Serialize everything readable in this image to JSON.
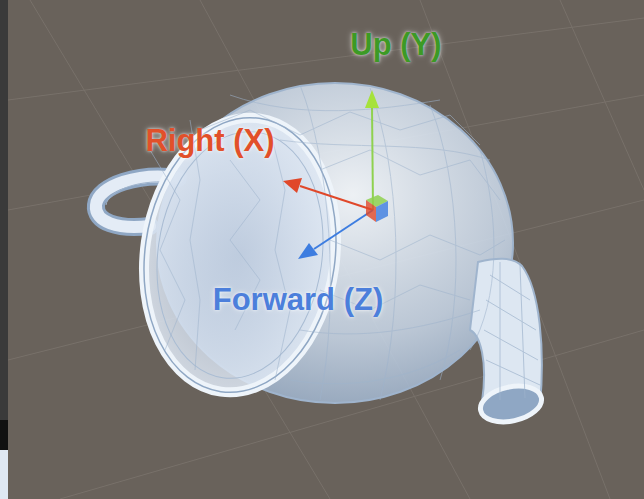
{
  "diagram": {
    "labels": [
      "Up (Y)",
      "Right (X)",
      "Forward (Z)"
    ]
  }
}
